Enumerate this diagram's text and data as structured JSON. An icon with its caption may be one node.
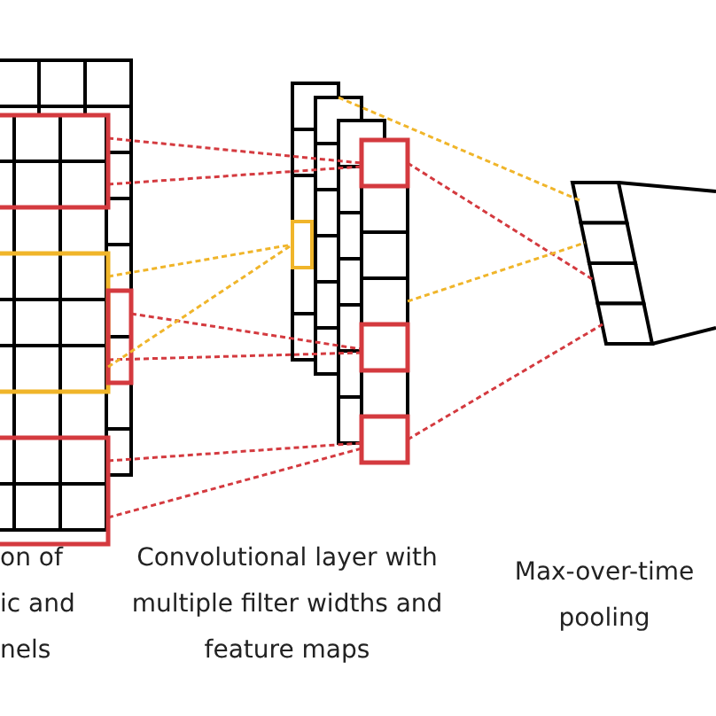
{
  "diagram": {
    "labels": [
      "on of ic and nels",
      "Convolutional layer with multiple filter widths and feature maps",
      "Max-over-time pooling"
    ]
  }
}
